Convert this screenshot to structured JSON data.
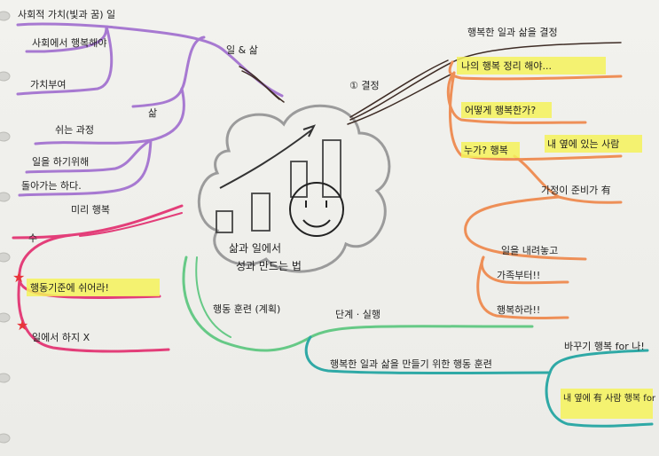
{
  "colors": {
    "purple": "#a779d1",
    "orange": "#ee8f57",
    "pink": "#e33e79",
    "teal": "#2fa9a6",
    "green": "#66c986",
    "ink": "#3e2c25",
    "highlight": "#f4f25a",
    "cloud": "#9b9b9b",
    "star": "#e8353a"
  },
  "center": {
    "line1": "삶과 일에서",
    "line2": "성과 만드는 법"
  },
  "branches": {
    "top_left": {
      "label": "일 & 삶",
      "items": [
        "사회적 가치(빛과 꿈) 일",
        "사회에서 행복해야",
        "가치부여",
        "삶",
        "쉬는 과정",
        "일을 하기위해",
        "돌아가는 하다."
      ]
    },
    "top_right": {
      "label": "① 결정",
      "items": [
        "행복한 일과 삶을 결정",
        "나의 행복 정리 해야...",
        "어떻게 행복한가?",
        "누가? 행복",
        "내 옆에 있는 사람",
        "가정이 준비가 有",
        "일을 내려놓고",
        "가족부터!!",
        "행복하라!!"
      ]
    },
    "left_mid": {
      "label": "미리 행복",
      "items": [
        "수",
        "행동기준에 쉬어라!",
        "일에서 하지 X"
      ]
    },
    "bottom_mid": {
      "label": "행동 훈련 (계획)",
      "items": [
        "단계 · 실행",
        "행복한 일과 삶을 만들기 위한 행동 훈련",
        "바꾸기 행복 for 나!",
        "내 옆에 有 사람 행복 for 내가 나!"
      ]
    }
  }
}
